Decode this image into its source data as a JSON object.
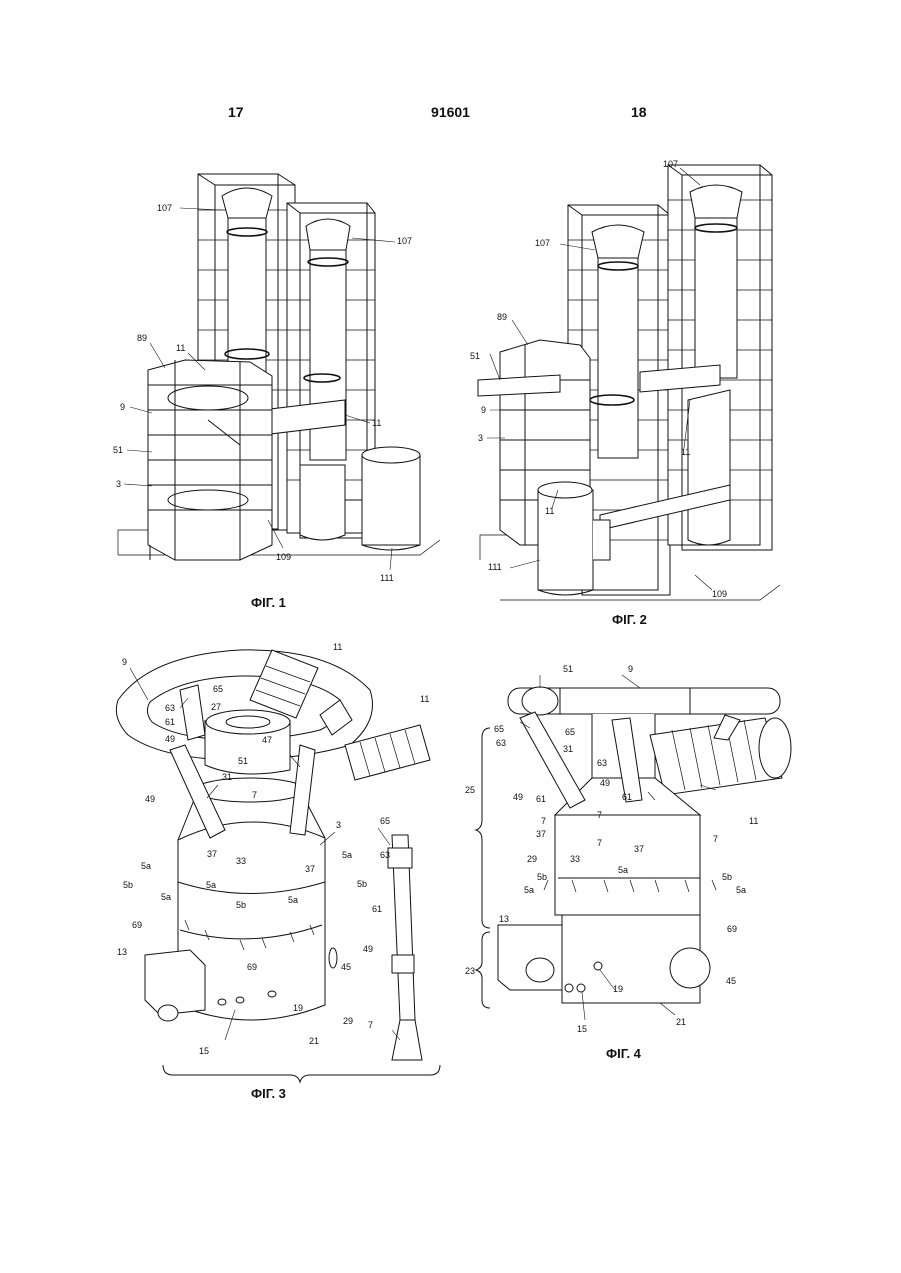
{
  "header": {
    "page_left": "17",
    "doc_number": "91601",
    "page_right": "18"
  },
  "figures": {
    "fig1": {
      "caption": "ФІГ. 1",
      "labels": [
        "107",
        "107",
        "89",
        "11",
        "9",
        "51",
        "3",
        "11",
        "109",
        "111"
      ]
    },
    "fig2": {
      "caption": "ФІГ. 2",
      "labels": [
        "107",
        "107",
        "89",
        "51",
        "9",
        "3",
        "11",
        "11",
        "111",
        "109"
      ]
    },
    "fig3": {
      "caption": "ФІГ. 3",
      "labels": [
        "9",
        "11",
        "65",
        "63",
        "61",
        "27",
        "49",
        "47",
        "11",
        "51",
        "31",
        "49",
        "7",
        "3",
        "33",
        "65",
        "63",
        "37",
        "37",
        "5a",
        "5a",
        "5b",
        "5a",
        "5b",
        "5a",
        "5b",
        "5a",
        "69",
        "61",
        "69",
        "13",
        "45",
        "49",
        "19",
        "7",
        "29",
        "15",
        "21"
      ]
    },
    "fig4": {
      "caption": "ФІГ. 4",
      "labels": [
        "51",
        "9",
        "65",
        "65",
        "63",
        "31",
        "63",
        "25",
        "49",
        "61",
        "49",
        "61",
        "11",
        "7",
        "7",
        "37",
        "7",
        "37",
        "7",
        "29",
        "33",
        "5b",
        "5a",
        "5a",
        "5b",
        "5a",
        "69",
        "13",
        "23",
        "19",
        "45",
        "15",
        "21"
      ]
    }
  }
}
